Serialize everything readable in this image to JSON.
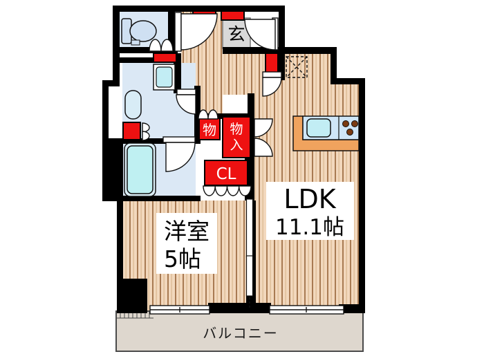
{
  "floorplan": {
    "labels": {
      "ldk": "LDK",
      "ldk_size": "11.1帖",
      "western_room": "洋室",
      "western_room_size": "5帖",
      "balcony": "バルコニー",
      "entrance": "玄",
      "storage": "物",
      "storage_closet_char1": "物",
      "storage_closet_char2": "入",
      "closet": "CL"
    },
    "colors": {
      "wall": "#000000",
      "wood_floor": "#f2d8bd",
      "wood_stripe": "#a87a52",
      "wet_room_floor": "#dbe8f5",
      "fixture_fill": "#c2edf4",
      "closet_red": "#ee1111",
      "entrance_gray": "#d9d9d9",
      "balcony_fill": "#ded7ce",
      "counter_orange": "#f0a35e",
      "burner_brown": "#7a3b12",
      "label_text": "#000000",
      "closet_text": "#ffffff"
    }
  }
}
